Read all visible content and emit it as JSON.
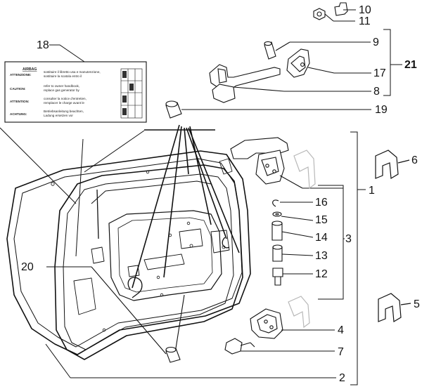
{
  "callouts": {
    "c1": "1",
    "c2": "2",
    "c3": "3",
    "c4": "4",
    "c5": "5",
    "c6": "6",
    "c7": "7",
    "c8": "8",
    "c9": "9",
    "c10": "10",
    "c11": "11",
    "c12": "12",
    "c13": "13",
    "c14": "14",
    "c15": "15",
    "c16": "16",
    "c17": "17",
    "c18": "18",
    "c19": "19",
    "c20": "20",
    "c21": "21"
  },
  "label_card": {
    "heading": "AIRBAG",
    "rows": [
      {
        "key": "ATTENZIONE:",
        "text1": "sostituire il libretto usa e manutenzione,",
        "text2": "sostituire la scatola entro il"
      },
      {
        "key": "CAUTION:",
        "text1": "refer to owner handbook,",
        "text2": "replace gas generator by"
      },
      {
        "key": "ATTENTION:",
        "text1": "consulter la notice d'entretien,",
        "text2": "remplacer le charge avant le"
      },
      {
        "key": "ACHTUNG:",
        "text1": "Betriebsanleitung beachten,",
        "text2": "Ladung ersetzen vor"
      }
    ]
  },
  "colors": {
    "stroke": "#111111",
    "paper": "#ffffff",
    "ghost": "#b8b8b8"
  }
}
